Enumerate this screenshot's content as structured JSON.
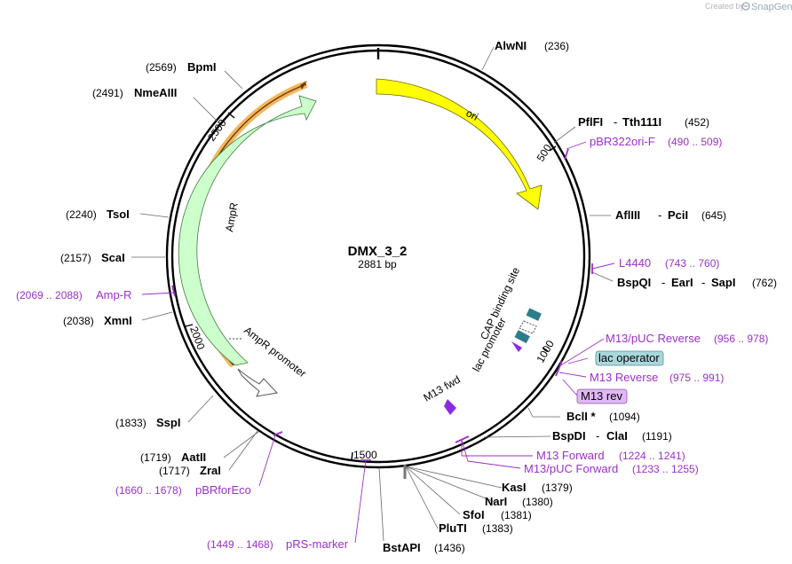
{
  "credit": {
    "text": "Created by",
    "brand": "SnapGene"
  },
  "plasmid": {
    "name": "DMX_3_2",
    "length": "2881 bp"
  },
  "ticks": [
    "500",
    "1000",
    "1500",
    "2000",
    "2500"
  ],
  "features": {
    "ori": "ori",
    "ampr": "AmpR",
    "ampr_promoter": "AmpR promoter",
    "cap": "CAP binding site",
    "lac_promoter": "lac promoter",
    "m13fwd": "M13 fwd"
  },
  "enzymes": {
    "alwni": {
      "name": "AlwNI",
      "pos": "(236)"
    },
    "pflfi": {
      "name": "PflFI",
      "sep": "-",
      "name2": "Tth111I",
      "pos": "(452)"
    },
    "afliii": {
      "name": "AflIII",
      "sep": "-",
      "name2": "PciI",
      "pos": "(645)"
    },
    "bspqi": {
      "name": "BspQI",
      "sep1": "-",
      "name2": "EarI",
      "sep2": "-",
      "name3": "SapI",
      "pos": "(762)"
    },
    "bcli": {
      "name": "BclI *",
      "pos": "(1094)"
    },
    "bspdi": {
      "name": "BspDI",
      "sep": "-",
      "name2": "ClaI",
      "pos": "(1191)"
    },
    "kasi": {
      "name": "KasI",
      "pos": "(1379)"
    },
    "nari": {
      "name": "NarI",
      "pos": "(1380)"
    },
    "sfoi": {
      "name": "SfoI",
      "pos": "(1381)"
    },
    "pluti": {
      "name": "PluTI",
      "pos": "(1383)"
    },
    "bstapi": {
      "name": "BstAPI",
      "pos": "(1436)"
    },
    "sspi": {
      "name": "SspI",
      "pos": "(1833)"
    },
    "aatii": {
      "name": "AatII",
      "pos": "(1719)"
    },
    "zrai": {
      "name": "ZraI",
      "pos": "(1717)"
    },
    "xmni": {
      "name": "XmnI",
      "pos": "(2038)"
    },
    "scai": {
      "name": "ScaI",
      "pos": "(2157)"
    },
    "tsoi": {
      "name": "TsoI",
      "pos": "(2240)"
    },
    "nmeaiii": {
      "name": "NmeAIII",
      "pos": "(2491)"
    },
    "bpmi": {
      "name": "BpmI",
      "pos": "(2569)"
    }
  },
  "primers": {
    "pbr322ori": {
      "name": "pBR322ori-F",
      "range": "(490 .. 509)"
    },
    "l4440": {
      "name": "L4440",
      "range": "(743 .. 760)"
    },
    "m13puc_rev": {
      "name": "M13/pUC Reverse",
      "range": "(956 .. 978)"
    },
    "m13_rev": {
      "name": "M13 Reverse",
      "range": "(975 .. 991)"
    },
    "m13_fwd": {
      "name": "M13 Forward",
      "range": "(1224 .. 1241)"
    },
    "m13puc_fwd": {
      "name": "M13/pUC Forward",
      "range": "(1233 .. 1255)"
    },
    "pbrforeco": {
      "name": "pBRforEco",
      "range": "(1660 .. 1678)"
    },
    "prs_marker": {
      "name": "pRS-marker",
      "range": "(1449 .. 1468)"
    },
    "amp_r": {
      "name": "Amp-R",
      "range": "(2069 .. 2088)"
    }
  },
  "boxed": {
    "lac_operator": "lac operator",
    "m13rev": "M13 rev"
  },
  "colors": {
    "ori": "#ffff00",
    "ampr": "#ccffcc",
    "primer": "#9b30c9",
    "lacop": "#a9d8dc",
    "m13rev": "#e1b8f5",
    "cap": "#2e7d8c"
  }
}
